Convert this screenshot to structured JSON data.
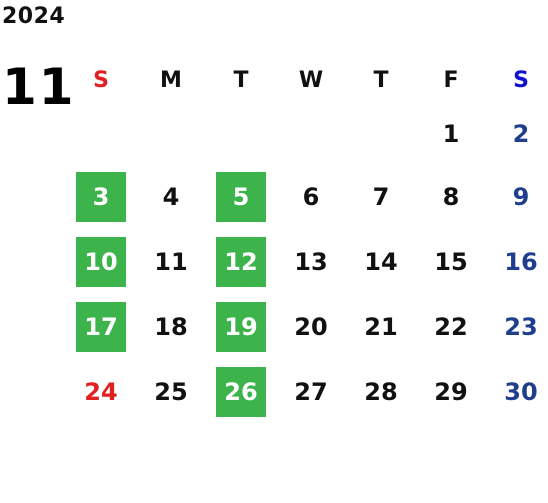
{
  "calendar": {
    "year": "2024",
    "month": "11",
    "weekdays": [
      "S",
      "M",
      "T",
      "W",
      "T",
      "F",
      "S"
    ],
    "weeks": [
      [
        "",
        "",
        "",
        "",
        "",
        "1",
        "2"
      ],
      [
        "3",
        "4",
        "5",
        "6",
        "7",
        "8",
        "9"
      ],
      [
        "10",
        "11",
        "12",
        "13",
        "14",
        "15",
        "16"
      ],
      [
        "17",
        "18",
        "19",
        "20",
        "21",
        "22",
        "23"
      ],
      [
        "24",
        "25",
        "26",
        "27",
        "28",
        "29",
        "30"
      ]
    ],
    "highlighted_days": [
      "3",
      "5",
      "10",
      "12",
      "17",
      "19",
      "26"
    ],
    "colors": {
      "highlight": "#3cb44b",
      "sunday": "#e02020",
      "saturday": "#1f3f8c",
      "saturday_header": "#1010d0",
      "text": "#111111"
    }
  }
}
